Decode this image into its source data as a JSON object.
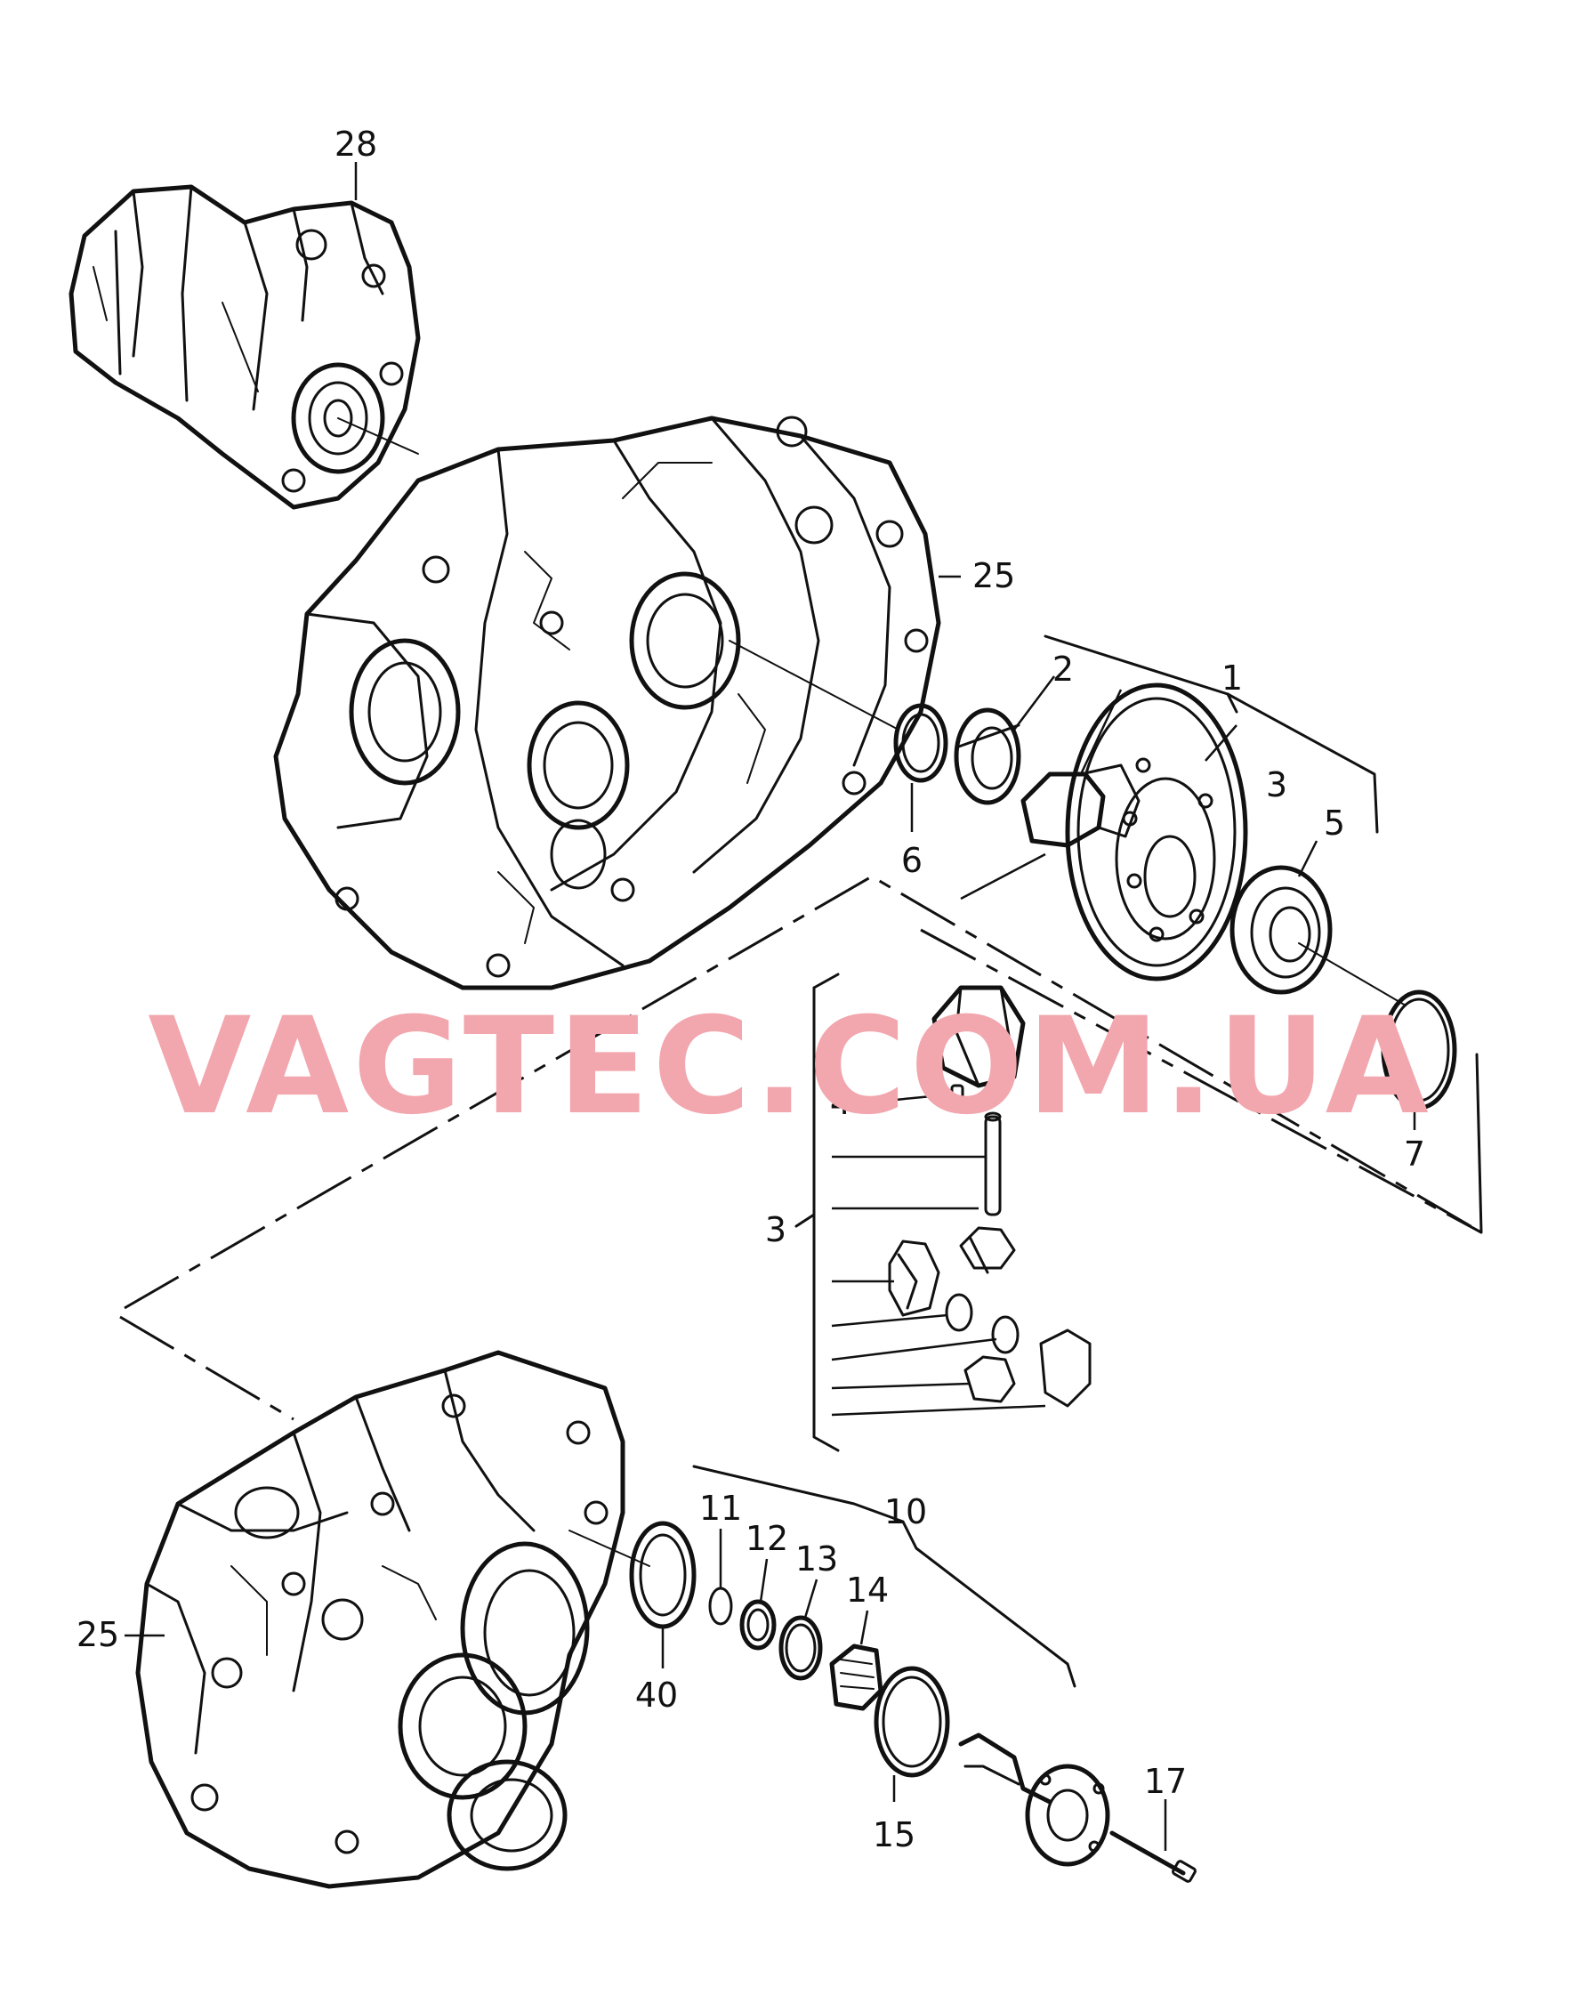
{
  "watermark": "VAGTEC.COM.UA",
  "callouts": {
    "c28": "28",
    "c25_top": "25",
    "c2": "2",
    "c1": "1",
    "c3_right": "3",
    "c5": "5",
    "c6": "6",
    "c4": "4",
    "c7": "7",
    "c3_left": "3",
    "c10": "10",
    "c11": "11",
    "c12": "12",
    "c13": "13",
    "c14": "14",
    "c25_bottom": "25",
    "c40": "40",
    "c15": "15",
    "c17": "17"
  }
}
